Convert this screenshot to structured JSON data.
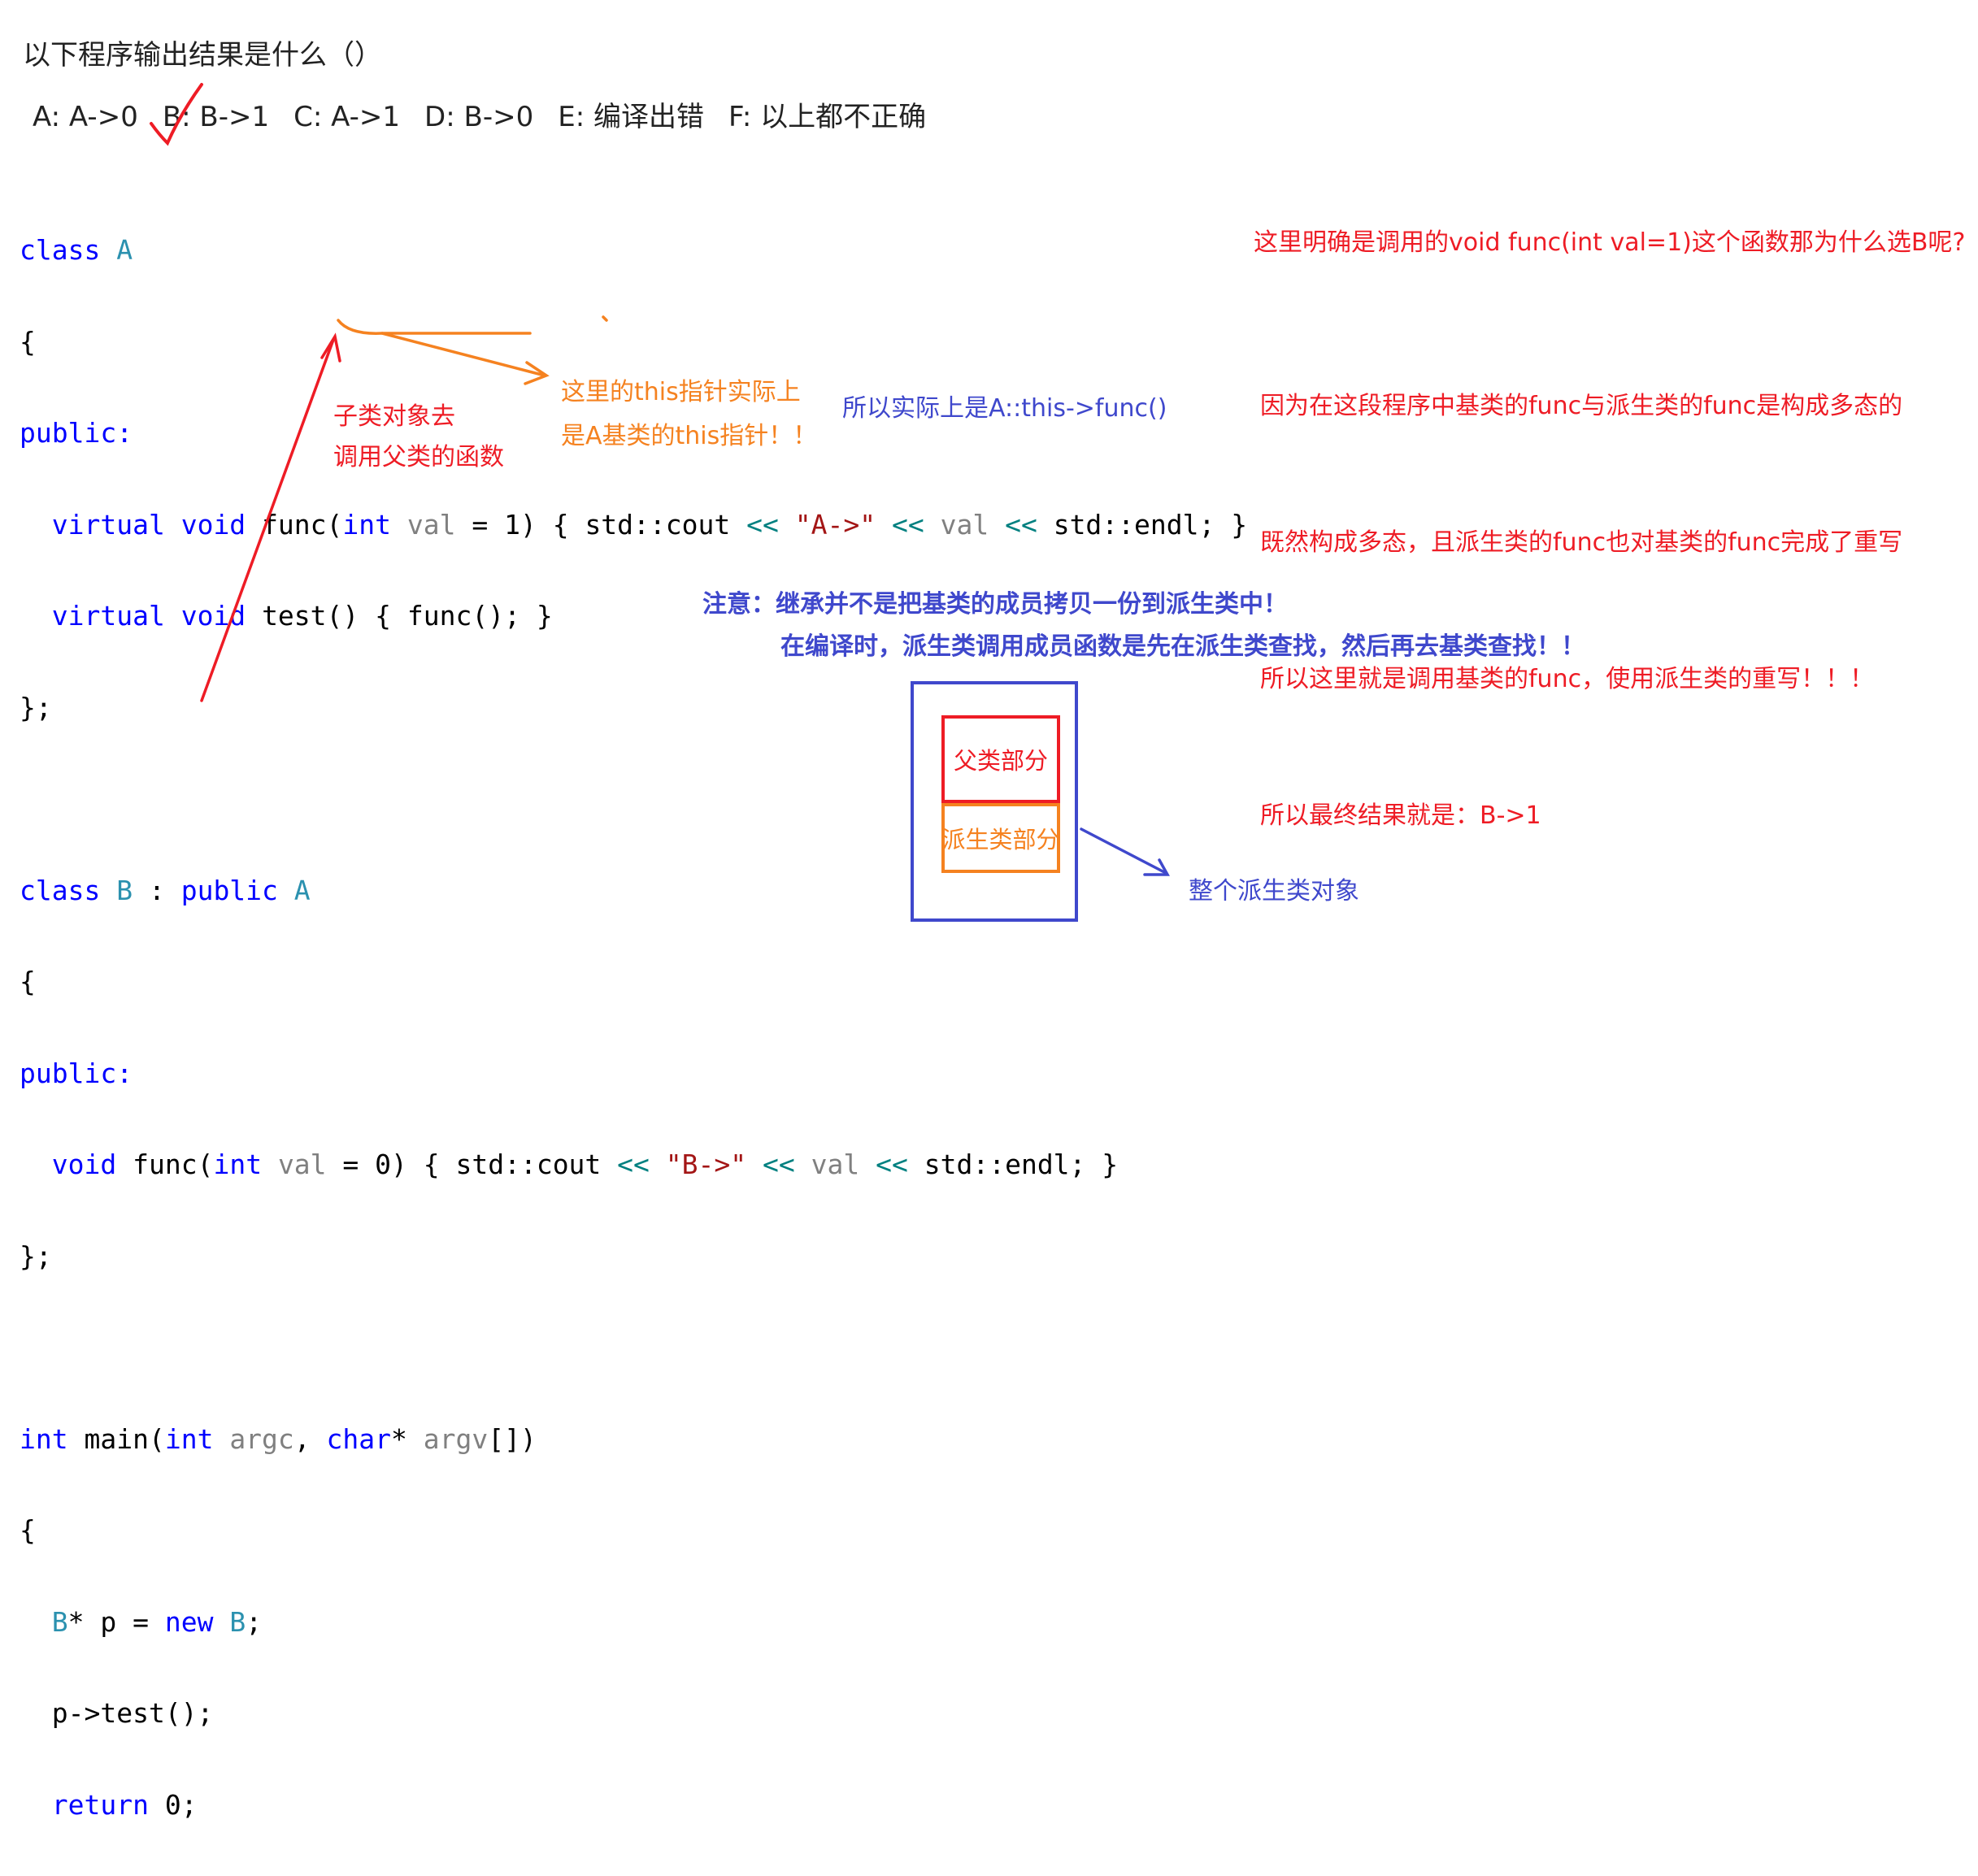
{
  "question": "以下程序输出结果是什么（）",
  "options": [
    "A: A->0",
    "B: B->1",
    "C: A->1",
    "D: B->0",
    "E: 编译出错",
    "F: 以上都不正确"
  ],
  "code": {
    "l1_kw": "class",
    "l1_name": "A",
    "l2": "{",
    "l3": "public:",
    "l4_virtual": "virtual",
    "l4_void": "void",
    "l4_func": "func(",
    "l4_int": "int",
    "l4_val": "val",
    "l4_rest1": " = 1) { std::cout ",
    "l4_op1": "<<",
    "l4_str": "\"A->\"",
    "l4_op2": "<<",
    "l4_val2": "val",
    "l4_op3": "<<",
    "l4_rest2": " std::endl; }",
    "l5_virtual": "virtual",
    "l5_void": "void",
    "l5_rest": "test() { func(); }",
    "l6": "};",
    "l8_kw": "class",
    "l8_name": "B",
    "l8_colon": " : ",
    "l8_public": "public",
    "l8_base": "A",
    "l9": "{",
    "l10": "public:",
    "l11_void": "void",
    "l11_func": "func(",
    "l11_int": "int",
    "l11_val": "val",
    "l11_rest1": " = 0) { std::cout ",
    "l11_op1": "<<",
    "l11_str": "\"B->\"",
    "l11_op2": "<<",
    "l11_val2": "val",
    "l11_op3": "<<",
    "l11_rest2": " std::endl; }",
    "l12": "};",
    "l14_int": "int",
    "l14_main": " main(",
    "l14_int2": "int",
    "l14_argc": "argc",
    "l14_comma": ", ",
    "l14_char": "char",
    "l14_star": "* ",
    "l14_argv": "argv",
    "l14_end": "[])",
    "l15": "{",
    "l16_B": "B",
    "l16_mid": "* p = ",
    "l16_new": "new",
    "l16_B2": "B",
    "l16_end": ";",
    "l17": "p->test();",
    "l18_return": "return",
    "l18_rest": " 0;",
    "l19": "}"
  },
  "annotations": {
    "child_call_1": "子类对象去",
    "child_call_2": "调用父类的函数",
    "this_ptr_1": "这里的this指针实际上",
    "this_ptr_2": "是A基类的this指针！！",
    "actual_call": "所以实际上是A::this->func()",
    "why_question": "这里明确是调用的void func(int val=1)这个函数那为什么选B呢?",
    "explain_1": "因为在这段程序中基类的func与派生类的func是构成多态的",
    "explain_2": "既然构成多态，且派生类的func也对基类的func完成了重写",
    "explain_3": "所以这里就是调用基类的func，使用派生类的重写！！！",
    "explain_4": "所以最终结果就是：B->1",
    "note_1": "注意：继承并不是把基类的成员拷贝一份到派生类中！",
    "note_2": "在编译时，派生类调用成员函数是先在派生类查找，然后再去基类查找！！",
    "parent_part": "父类部分",
    "child_part": "派生类部分",
    "whole_object": "整个派生类对象"
  },
  "colors": {
    "red": "#ee1c25",
    "orange": "#f58220",
    "blue": "#3f48cc",
    "keyword": "#0000ff",
    "type": "#2b91af",
    "string": "#a31515"
  },
  "icons": {
    "checkmark": "checkmark-icon"
  }
}
